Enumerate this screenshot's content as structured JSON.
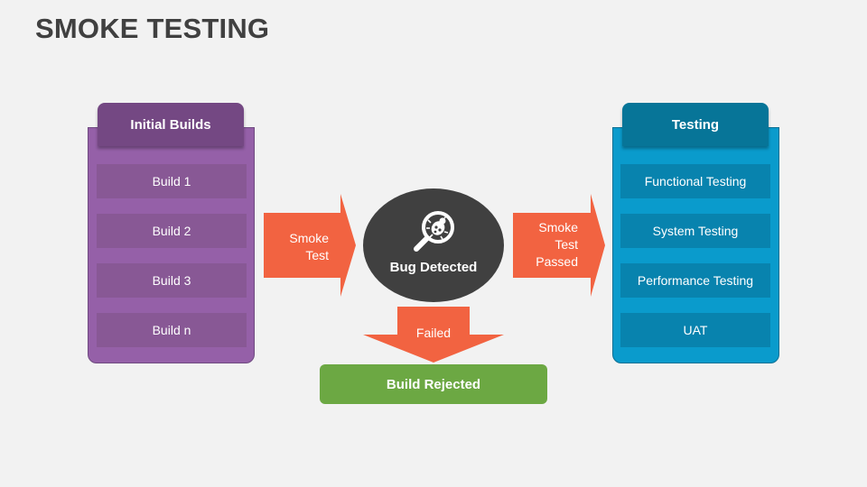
{
  "title": "SMOKE TESTING",
  "colors": {
    "background": "#f2f2f2",
    "purple_panel": "#9560a8",
    "purple_header": "#744883",
    "blue_panel": "#0a9bcc",
    "blue_header": "#077598",
    "arrow": "#f26341",
    "circle": "#404040",
    "rejected": "#6ca843"
  },
  "left_panel": {
    "header": "Initial Builds",
    "items": [
      "Build 1",
      "Build 2",
      "Build 3",
      "Build n"
    ]
  },
  "right_panel": {
    "header": "Testing",
    "items": [
      "Functional Testing",
      "System Testing",
      "Performance Testing",
      "UAT"
    ]
  },
  "arrow_left": {
    "line1": "Smoke",
    "line2": "Test"
  },
  "arrow_right": {
    "line1": "Smoke",
    "line2": "Test",
    "line3": "Passed"
  },
  "center": {
    "label": "Bug Detected",
    "icon": "bug-magnifier-icon"
  },
  "arrow_down": {
    "label": "Failed"
  },
  "result": {
    "label": "Build Rejected"
  }
}
